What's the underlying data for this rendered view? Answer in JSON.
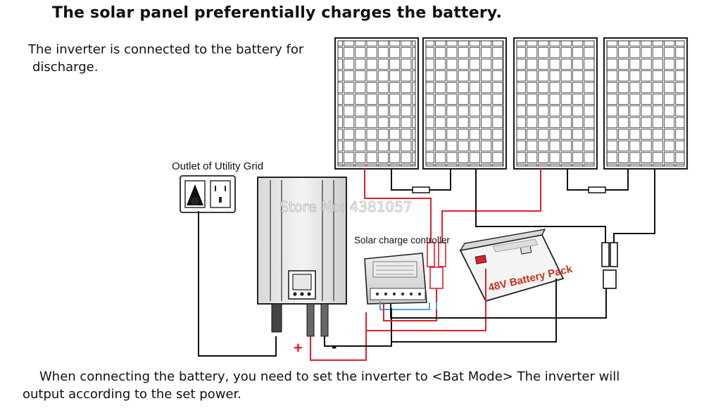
{
  "header": {
    "title": "The solar panel preferentially charges the battery."
  },
  "intro": {
    "line1": "The inverter is connected to the battery for",
    "line2": "discharge."
  },
  "labels": {
    "outlet": "Outlet of Utility Grid",
    "controller": "Solar charge controller",
    "battery": "48V Battery Pack",
    "plus": "+",
    "minus": "-",
    "watermark": "Store No: 4381057"
  },
  "footer": {
    "line1": "When connecting the battery, you need to set the inverter to <Bat Mode> The inverter will",
    "line2": "output according to the set power."
  },
  "colors": {
    "positive": "#e0202c",
    "negative": "#111111",
    "dc_link": "#4aa3df",
    "battery_text": "#c8321e"
  },
  "icons": [
    "solar-panel-icon",
    "wall-outlet-icon",
    "inverter-icon",
    "charge-controller-icon",
    "battery-icon",
    "mc4-connector-icon"
  ]
}
